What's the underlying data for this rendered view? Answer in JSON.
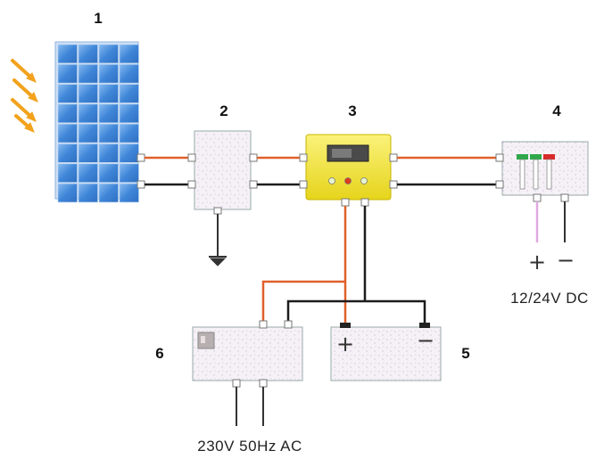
{
  "labels": {
    "n1": "1",
    "n2": "2",
    "n3": "3",
    "n4": "4",
    "n5": "5",
    "n6": "6"
  },
  "captions": {
    "dc_output": "12/24V DC",
    "ac_output": "230V 50Hz AC"
  },
  "signs": {
    "plus": "+",
    "minus": "−"
  },
  "components": {
    "1": "solar-panel",
    "2": "junction-box",
    "3": "charge-controller",
    "4": "dc-distribution-box",
    "5": "battery",
    "6": "inverter"
  },
  "colors": {
    "positive_wire": "#e0602a",
    "negative_wire": "#1c1c1c",
    "panel_blue": "#3f86d8",
    "controller_yellow": "#f2e531",
    "sun_rays": "#f2a21c",
    "box_fill": "#f4f0f6"
  }
}
